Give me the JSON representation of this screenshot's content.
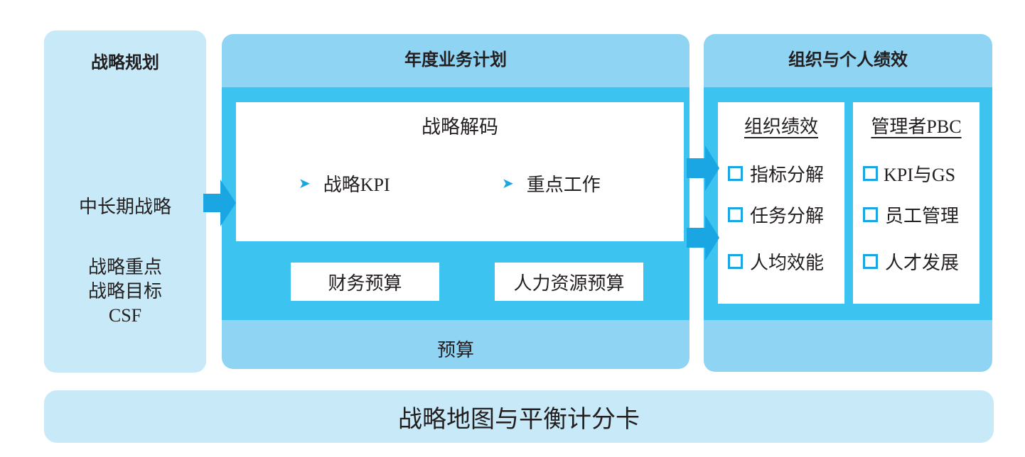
{
  "strategy_planning": {
    "title": "战略规划",
    "mid_term": "中长期战略",
    "lines": [
      "战略重点",
      "战略目标",
      "CSF"
    ]
  },
  "annual_plan": {
    "title": "年度业务计划",
    "decode": {
      "title": "战略解码",
      "items": [
        "战略KPI",
        "重点工作"
      ]
    },
    "budgets": [
      "财务预算",
      "人力资源预算"
    ],
    "budget_label": "预算"
  },
  "performance": {
    "title": "组织与个人绩效",
    "org": {
      "title": "组织绩效",
      "items": [
        "指标分解",
        "任务分解",
        "人均效能"
      ]
    },
    "manager": {
      "title": "管理者PBC",
      "items": [
        "KPI与GS",
        "员工管理",
        "人才发展"
      ]
    }
  },
  "foundation": "战略地图与平衡计分卡",
  "colors": {
    "light": "#c8e9f8",
    "mid": "#8fd4f3",
    "band": "#3cc3f0",
    "accent": "#1aa6e2"
  },
  "icons": {
    "chevron": "chevron-right-icon",
    "checkbox": "checkbox-square-icon",
    "arrow": "block-arrow-right-icon"
  }
}
